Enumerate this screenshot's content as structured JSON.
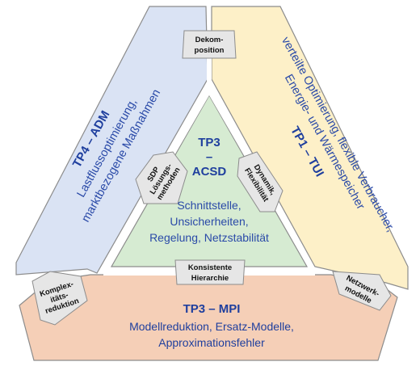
{
  "colors": {
    "tp4_fill": "#dae3f4",
    "tp1_fill": "#fdf0c8",
    "mpi_fill": "#f5cfb7",
    "acsd_fill": "#d6ebd2",
    "connector_fill": "#e6e6e6",
    "border": "#8c8c8c",
    "text_blue": "#2a4aa8",
    "title_blue": "#1f3f9e"
  },
  "tp4": {
    "title": "TP4 – ADM",
    "line1": "Lastflussoptimierung,",
    "line2": "marktbezogene Maßnahmen"
  },
  "tp1": {
    "title": "TP1 – TUI",
    "line1": "verteilte Optimierung, flexible Verbraucher,",
    "line2": "Energie- und Wärmespeicher"
  },
  "tp3_mpi": {
    "title": "TP3 – MPI",
    "line1": "Modellreduktion, Ersatz-Modelle,",
    "line2": "Approximationsfehler"
  },
  "tp3_acsd": {
    "title1": "TP3",
    "title2": "–",
    "title3": "ACSD",
    "line1": "Schnittstelle,",
    "line2": "Unsicherheiten,",
    "line3": "Regelung, Netzstabilität"
  },
  "connectors": {
    "dekomposition": [
      "Dekom-",
      "position"
    ],
    "sdp": [
      "SDP",
      "Lösungs-",
      "methoden"
    ],
    "dynamik": [
      "Dynamik,",
      "Flexibilität"
    ],
    "konsistente": [
      "Konsistente",
      "Hierarchie"
    ],
    "komplex": [
      "Komplex-",
      "itäts-",
      "reduktion"
    ],
    "netzwerk": [
      "Netzwerk-",
      "modelle"
    ]
  }
}
